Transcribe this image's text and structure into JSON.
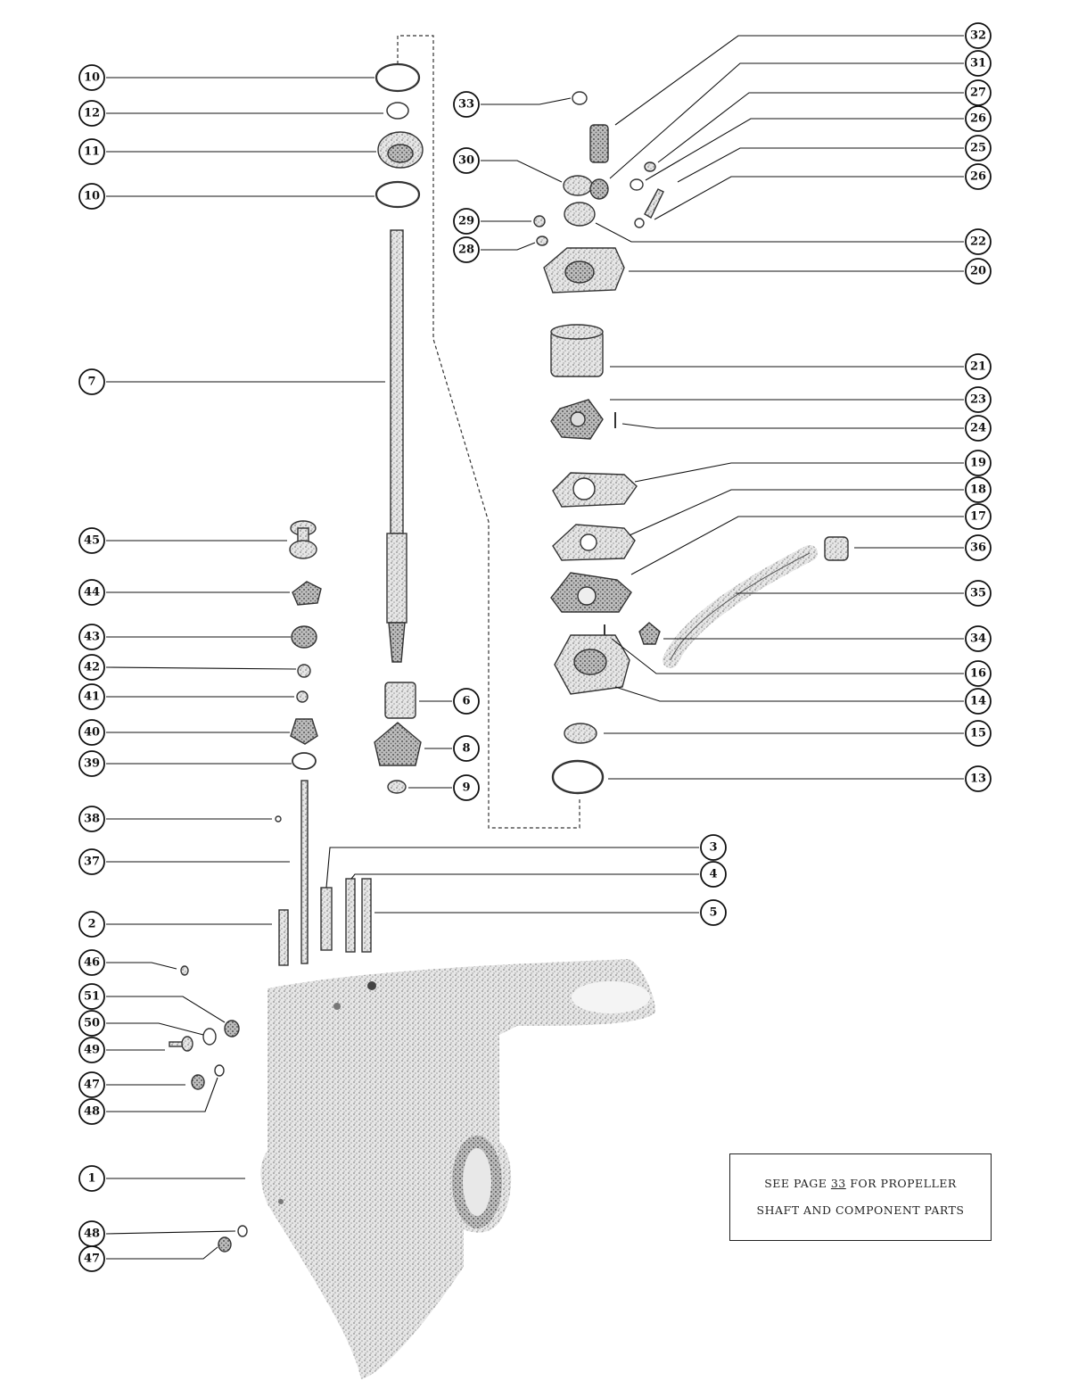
{
  "callouts": [
    {
      "id": "c10a",
      "label": "10",
      "side": "left"
    },
    {
      "id": "c12",
      "label": "12",
      "side": "left"
    },
    {
      "id": "c11",
      "label": "11",
      "side": "left"
    },
    {
      "id": "c10b",
      "label": "10",
      "side": "left"
    },
    {
      "id": "c7",
      "label": "7",
      "side": "left"
    },
    {
      "id": "c45",
      "label": "45",
      "side": "left"
    },
    {
      "id": "c44",
      "label": "44",
      "side": "left"
    },
    {
      "id": "c43",
      "label": "43",
      "side": "left"
    },
    {
      "id": "c42",
      "label": "42",
      "side": "left"
    },
    {
      "id": "c41",
      "label": "41",
      "side": "left"
    },
    {
      "id": "c40",
      "label": "40",
      "side": "left"
    },
    {
      "id": "c39",
      "label": "39",
      "side": "left"
    },
    {
      "id": "c38",
      "label": "38",
      "side": "left"
    },
    {
      "id": "c37",
      "label": "37",
      "side": "left"
    },
    {
      "id": "c2",
      "label": "2",
      "side": "left"
    },
    {
      "id": "c46",
      "label": "46",
      "side": "left"
    },
    {
      "id": "c51",
      "label": "51",
      "side": "left"
    },
    {
      "id": "c50",
      "label": "50",
      "side": "left"
    },
    {
      "id": "c49",
      "label": "49",
      "side": "left"
    },
    {
      "id": "c47a",
      "label": "47",
      "side": "left"
    },
    {
      "id": "c48a",
      "label": "48",
      "side": "left"
    },
    {
      "id": "c1",
      "label": "1",
      "side": "left"
    },
    {
      "id": "c48b",
      "label": "48",
      "side": "left"
    },
    {
      "id": "c47b",
      "label": "47",
      "side": "left"
    },
    {
      "id": "c33",
      "label": "33",
      "side": "center"
    },
    {
      "id": "c30",
      "label": "30",
      "side": "center"
    },
    {
      "id": "c29",
      "label": "29",
      "side": "center"
    },
    {
      "id": "c28",
      "label": "28",
      "side": "center"
    },
    {
      "id": "c6",
      "label": "6",
      "side": "center"
    },
    {
      "id": "c8",
      "label": "8",
      "side": "center"
    },
    {
      "id": "c9",
      "label": "9",
      "side": "center"
    },
    {
      "id": "c3",
      "label": "3",
      "side": "center"
    },
    {
      "id": "c4",
      "label": "4",
      "side": "center"
    },
    {
      "id": "c5",
      "label": "5",
      "side": "center"
    },
    {
      "id": "c32",
      "label": "32",
      "side": "right"
    },
    {
      "id": "c31",
      "label": "31",
      "side": "right"
    },
    {
      "id": "c27",
      "label": "27",
      "side": "right"
    },
    {
      "id": "c26a",
      "label": "26",
      "side": "right"
    },
    {
      "id": "c25",
      "label": "25",
      "side": "right"
    },
    {
      "id": "c26b",
      "label": "26",
      "side": "right"
    },
    {
      "id": "c22",
      "label": "22",
      "side": "right"
    },
    {
      "id": "c20",
      "label": "20",
      "side": "right"
    },
    {
      "id": "c21",
      "label": "21",
      "side": "right"
    },
    {
      "id": "c23",
      "label": "23",
      "side": "right"
    },
    {
      "id": "c24",
      "label": "24",
      "side": "right"
    },
    {
      "id": "c19",
      "label": "19",
      "side": "right"
    },
    {
      "id": "c18",
      "label": "18",
      "side": "right"
    },
    {
      "id": "c17",
      "label": "17",
      "side": "right"
    },
    {
      "id": "c36",
      "label": "36",
      "side": "right"
    },
    {
      "id": "c35",
      "label": "35",
      "side": "right"
    },
    {
      "id": "c34",
      "label": "34",
      "side": "right"
    },
    {
      "id": "c16",
      "label": "16",
      "side": "right"
    },
    {
      "id": "c14",
      "label": "14",
      "side": "right"
    },
    {
      "id": "c15",
      "label": "15",
      "side": "right"
    },
    {
      "id": "c13",
      "label": "13",
      "side": "right"
    }
  ],
  "note": {
    "line1_before": "SEE PAGE ",
    "page": "33",
    "line1_after": " FOR PROPELLER",
    "line2": "SHAFT AND COMPONENT PARTS"
  },
  "colors": {
    "ink": "#111111",
    "part_fill": "#cfcfcf",
    "part_dark": "#6d6d6d",
    "paper": "#ffffff"
  }
}
